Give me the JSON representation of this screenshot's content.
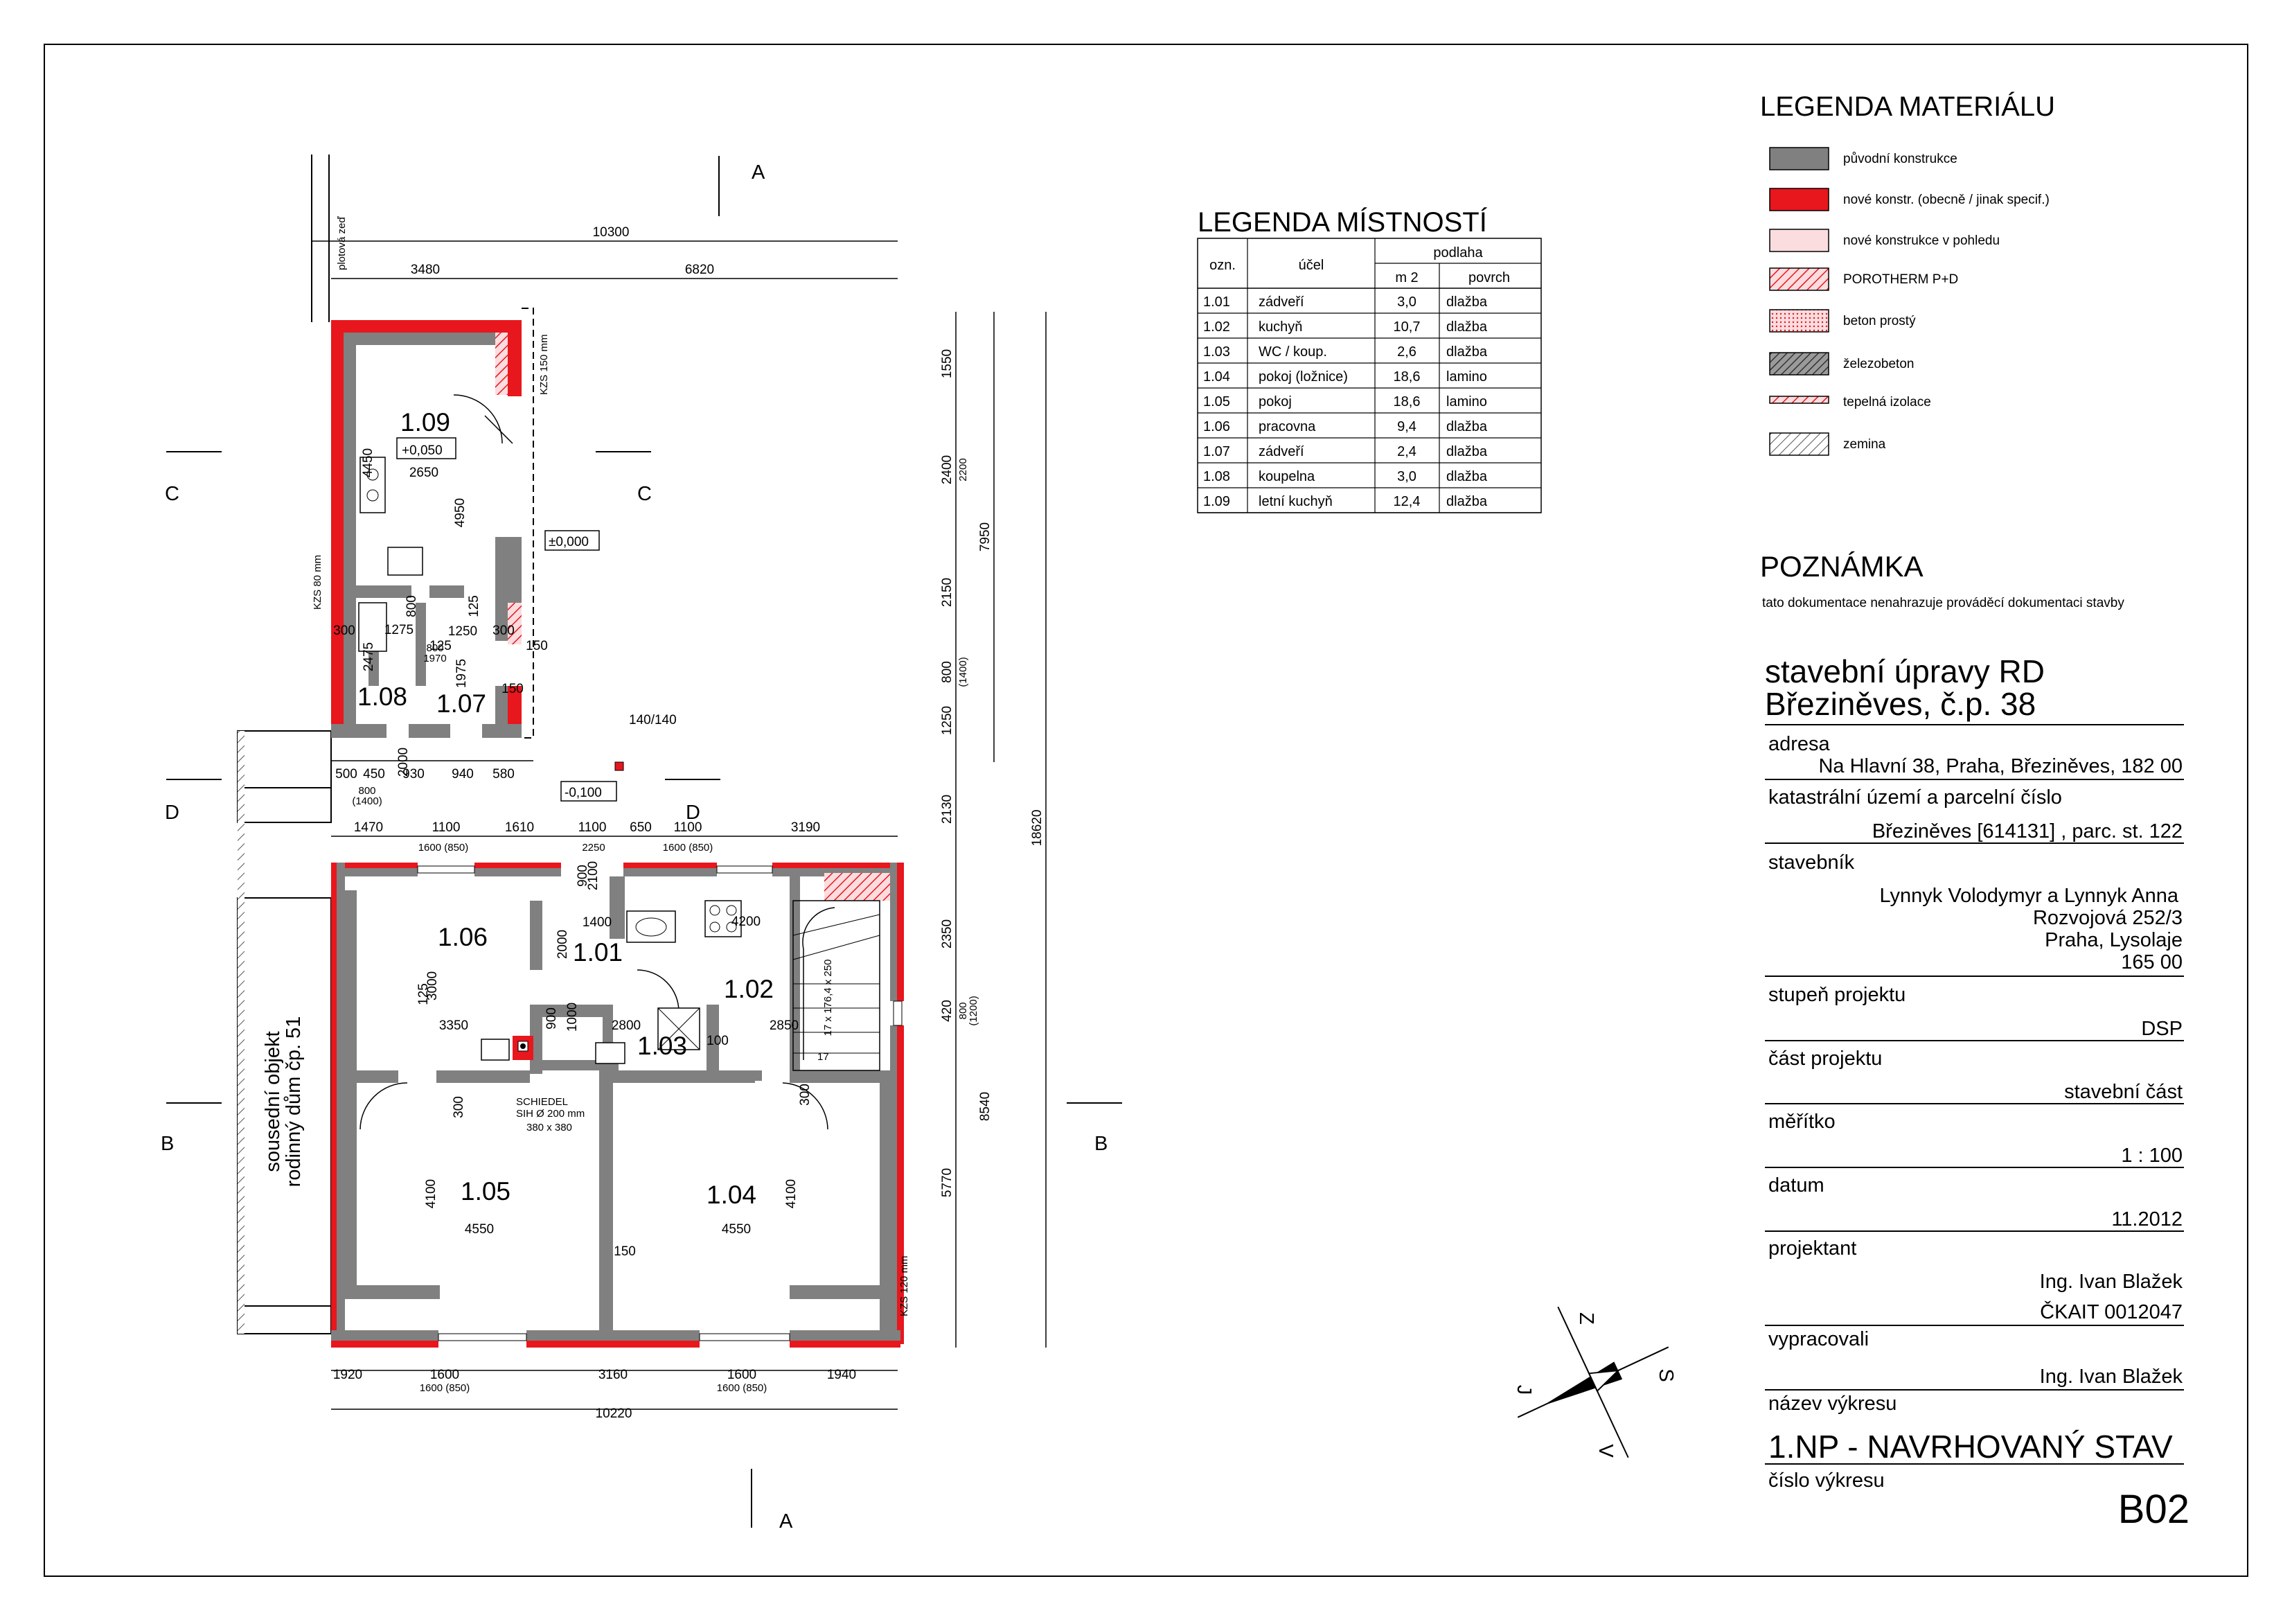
{
  "colors": {
    "original_construction": "#808080",
    "new_construction": "#e8161d",
    "new_construction_view": "#fbdcdf",
    "line": "#000000"
  },
  "material_legend": {
    "title": "LEGENDA MATERIÁLU",
    "items": [
      {
        "label": "původní konstrukce",
        "pattern": "gray-fill"
      },
      {
        "label": "nové konstr. (obecně / jinak specif.)",
        "pattern": "red-fill"
      },
      {
        "label": "nové konstrukce v pohledu",
        "pattern": "pink-fill"
      },
      {
        "label": "POROTHERM P+D",
        "pattern": "red-hatch"
      },
      {
        "label": "beton prostý",
        "pattern": "dotted-pink"
      },
      {
        "label": "železobeton",
        "pattern": "gray-hatch"
      },
      {
        "label": "tepelná izolace",
        "pattern": "insulation"
      },
      {
        "label": "zemina",
        "pattern": "hatch"
      }
    ]
  },
  "room_legend": {
    "title": "LEGENDA MÍSTNOSTÍ",
    "headers": {
      "code": "ozn.",
      "purpose": "účel",
      "floor": "podlaha",
      "area": "m 2",
      "surface": "povrch"
    },
    "rows": [
      {
        "code": "1.01",
        "purpose": "zádveří",
        "area": "3,0",
        "surface": "dlažba"
      },
      {
        "code": "1.02",
        "purpose": "kuchyň",
        "area": "10,7",
        "surface": "dlažba"
      },
      {
        "code": "1.03",
        "purpose": "WC / koup.",
        "area": "2,6",
        "surface": "dlažba"
      },
      {
        "code": "1.04",
        "purpose": "pokoj (ložnice)",
        "area": "18,6",
        "surface": "lamino"
      },
      {
        "code": "1.05",
        "purpose": "pokoj",
        "area": "18,6",
        "surface": "lamino"
      },
      {
        "code": "1.06",
        "purpose": "pracovna",
        "area": "9,4",
        "surface": "dlažba"
      },
      {
        "code": "1.07",
        "purpose": "zádveří",
        "area": "2,4",
        "surface": "dlažba"
      },
      {
        "code": "1.08",
        "purpose": "koupelna",
        "area": "3,0",
        "surface": "dlažba"
      },
      {
        "code": "1.09",
        "purpose": "letní kuchyň",
        "area": "12,4",
        "surface": "dlažba"
      }
    ]
  },
  "note": {
    "title": "POZNÁMKA",
    "text": "tato dokumentace nenahrazuje prováděcí dokumentaci stavby"
  },
  "title_block": {
    "project_line1": "stavební úpravy RD",
    "project_line2": "Březiněves, č.p. 38",
    "address_label": "adresa",
    "address_value": "Na Hlavní 38, Praha, Březiněves, 182 00",
    "cadastre_label": "katastrální území a parcelní číslo",
    "cadastre_value": "Březiněves [614131] , parc. st. 122",
    "builder_label": "stavebník",
    "builder_line1": "Lynnyk Volodymyr a Lynnyk Anna",
    "builder_line2": "Rozvojová 252/3",
    "builder_line3": "Praha, Lysolaje",
    "builder_line4": "165 00",
    "stage_label": "stupeň projektu",
    "stage_value": "DSP",
    "part_label": "část projektu",
    "part_value": "stavební část",
    "scale_label": "měřítko",
    "scale_value": "1 : 100",
    "date_label": "datum",
    "date_value": "11.2012",
    "designer_label": "projektant",
    "designer_name": "Ing. Ivan Blažek",
    "designer_id": "ČKAIT 0012047",
    "prepared_label": "vypracovali",
    "prepared_value": "Ing. Ivan Blažek",
    "drawing_name_label": "název výkresu",
    "drawing_name_value": "1.NP - NAVRHOVANÝ STAV",
    "drawing_no_label": "číslo výkresu",
    "drawing_no_value": "B02"
  },
  "compass": {
    "n": "Z",
    "s": "V",
    "e": "S",
    "w": "J"
  },
  "plan": {
    "rooms": [
      {
        "id": "1.09",
        "level": "+0,050"
      },
      {
        "id": "1.08"
      },
      {
        "id": "1.07"
      },
      {
        "id": "1.06"
      },
      {
        "id": "1.01"
      },
      {
        "id": "1.02"
      },
      {
        "id": "1.03"
      },
      {
        "id": "1.05"
      },
      {
        "id": "1.04"
      }
    ],
    "levels": {
      "outside": "±0,000",
      "entrance": "-0,100"
    },
    "sections": {
      "a": "A",
      "b": "B",
      "c": "C",
      "d": "D"
    },
    "labels": {
      "neighbour": "sousední objekt",
      "neighbour2": "rodinný dům čp. 51",
      "chimney1": "SCHIEDEL",
      "chimney2": "SIH Ø 200 mm",
      "chimney3": "380 x 380",
      "drain": "140/140",
      "kzs150": "KZS 150 mm",
      "kzs80": "KZS 80 mm",
      "kzs120": "KZS 120 mm",
      "wall": "plotová zeď",
      "stairs": "17 x 176,4 x 250",
      "stairs_n": "17"
    },
    "dims_top": [
      "10300",
      "3480",
      "6820"
    ],
    "dims_mid": [
      "500",
      "450",
      "930",
      "940",
      "580",
      "800",
      "(1400)"
    ],
    "dims_row": [
      "1470",
      "1100",
      "1610",
      "1100",
      "650",
      "1100",
      "3190",
      "1600 (850)",
      "2250",
      "1600 (850)"
    ],
    "dims_bottom": [
      "1920",
      "1600",
      "3160",
      "1600",
      "1940",
      "1600 (850)",
      "1600 (850)",
      "10220"
    ],
    "dims_right": [
      "1550",
      "2400",
      "2200",
      "2150",
      "800",
      "(1400)",
      "1250",
      "2130",
      "2350",
      "420",
      "800",
      "(1200)",
      "5770",
      "7950",
      "8540",
      "18620"
    ],
    "dims_inner": [
      "4450",
      "2650",
      "4950",
      "1275",
      "1250",
      "125",
      "300",
      "300",
      "150",
      "150",
      "2475",
      "1975",
      "800",
      "1970",
      "1400",
      "2000",
      "3000",
      "3350",
      "2800",
      "900",
      "1000",
      "2850",
      "100",
      "4200",
      "4100",
      "4550",
      "4100",
      "4550",
      "150",
      "300",
      "300",
      "125",
      "125",
      "800",
      "2000",
      "900",
      "2100"
    ]
  }
}
